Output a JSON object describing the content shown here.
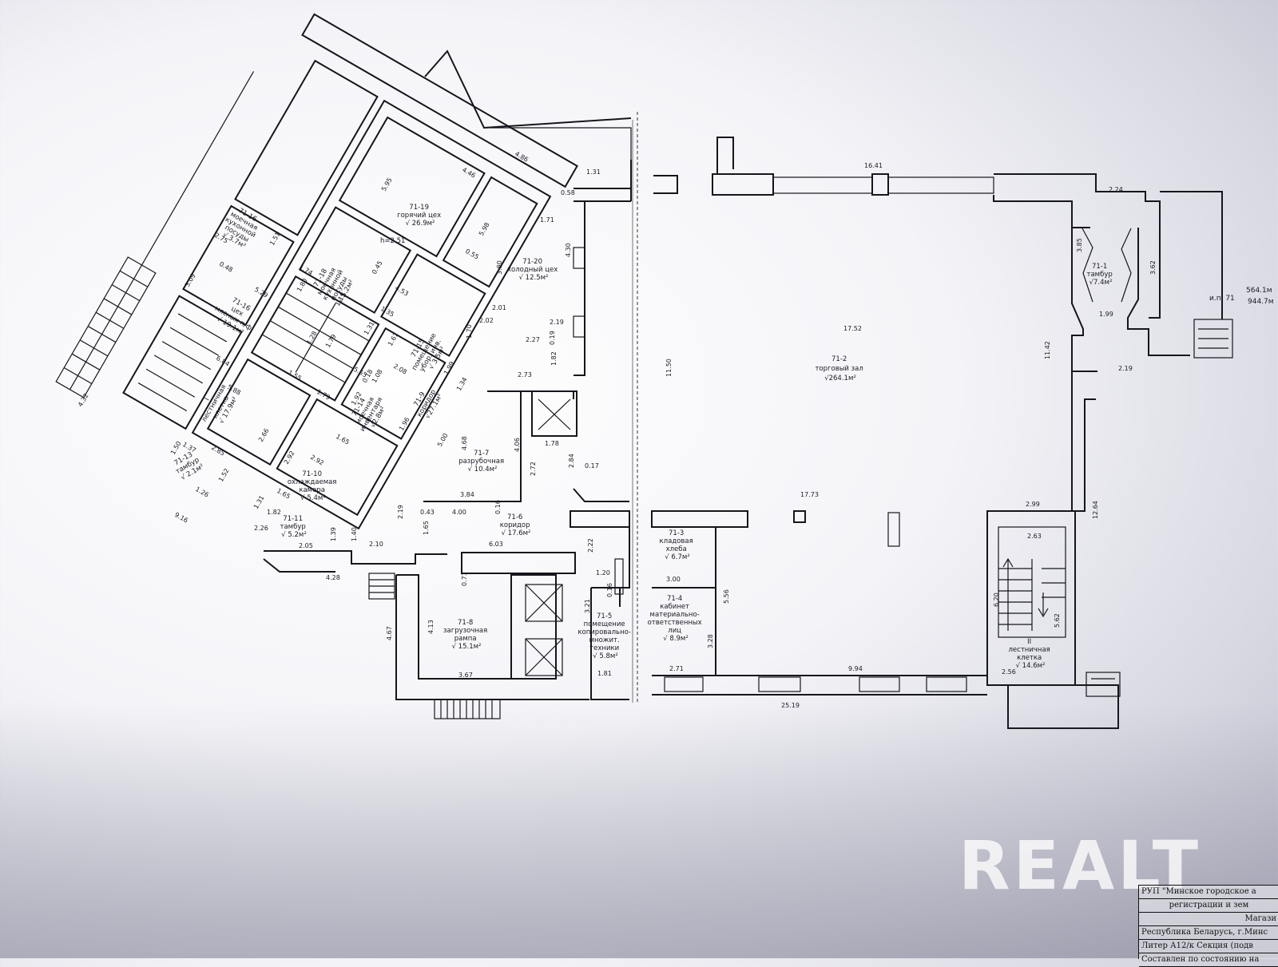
{
  "rooms": {
    "r1": [
      "71-1",
      "тамбур",
      "√7.4м²"
    ],
    "r2": [
      "71-2",
      "торговый зал",
      "√264.1м²"
    ],
    "r3": [
      "71-3",
      "кладовая",
      "хлеба",
      "√ 6.7м²"
    ],
    "r4": [
      "71-4",
      "кабинет",
      "материально-",
      "ответственных",
      "лиц",
      "√ 8.9м²"
    ],
    "r5": [
      "71-5",
      "помещение",
      "копировально-",
      "множит.",
      "техники",
      "√ 5.8м²"
    ],
    "r6": [
      "71-6",
      "коридор",
      "√ 17.6м²"
    ],
    "r7": [
      "71-7",
      "разрубочная",
      "√ 10.4м²"
    ],
    "r8": [
      "71-8",
      "загрузочная",
      "рампа",
      "√ 15.1м²"
    ],
    "r9": [
      "71-9",
      "коридор",
      "√27.1м²"
    ],
    "r10": [
      "71-10",
      "охлаждаемая",
      "камера",
      "√ 5.4м²"
    ],
    "r11": [
      "71-11",
      "тамбур",
      "√ 5.2м²"
    ],
    "r13": [
      "71-13",
      "тамбур",
      "√ 2.1м²"
    ],
    "r14": [
      "71-14",
      "моечная",
      "инвентаря",
      "√2.8м²"
    ],
    "r15": [
      "71-15",
      "помещение",
      "убор. инв.",
      "√ 3.5м²"
    ],
    "r16": [
      "71-16",
      "цех",
      "мясных п/ф",
      "√ 19.1м²"
    ],
    "r16b": [
      "71-16",
      "моечная",
      "кухонной",
      "посуды",
      "√ 3.7м²"
    ],
    "r18": [
      "71-18",
      "моечная",
      "кухонной",
      "посуды",
      "√ 5.2м²"
    ],
    "r19": [
      "71-19",
      "горячий цех",
      "√ 26.9м²",
      "h=2.51"
    ],
    "r20": [
      "71-20",
      "холодный цех",
      "√ 12.5м²"
    ],
    "stairI": [
      "I",
      "лестничная",
      "клетка",
      "√ 17.9м²"
    ],
    "stairII": [
      "II",
      "лестничная",
      "клетка",
      "√ 14.6м²"
    ]
  },
  "dimensions": {
    "d1": "16.41",
    "d2": "2.24",
    "d3": "3.85",
    "d4": "3.62",
    "d5": "1.99",
    "d6": "17.52",
    "d7": "11.50",
    "d8": "11.42",
    "d9": "2.19",
    "d10": "17.73",
    "d11": "2.99",
    "d12": "12.64",
    "d13": "2.63",
    "d14": "6.20",
    "d15": "5.62",
    "d16": "2.56",
    "d17": "9.94",
    "d18": "25.19",
    "d19": "5.56",
    "d20": "3.28",
    "d21": "3.00",
    "d22": "2.71",
    "d23": "1.81",
    "d24": "1.20",
    "d25": "3.21",
    "d26": "0.16",
    "d27": "2.22",
    "d28": "3.67",
    "d29": "4.13",
    "d30": "4.67",
    "d31": "6.03",
    "d32": "0.71",
    "d33": "1.65",
    "d34": "2.19",
    "d35": "4.00",
    "d36": "0.43",
    "d37": "3.84",
    "d38": "0.16",
    "d39": "2.72",
    "d40": "4.06",
    "d41": "4.68",
    "d42": "1.78",
    "d43": "2.84",
    "d44": "0.17",
    "d45": "2.73",
    "d46": "1.82",
    "d47": "2.27",
    "d48": "0.19",
    "d49": "2.19",
    "d50": "1.70",
    "d51": "2.02",
    "d52": "2.01",
    "d53": "3.80",
    "d54": "4.30",
    "d55": "1.71",
    "d56": "0.58",
    "d57": "1.31",
    "d58": "4.86",
    "d59": "4.46",
    "d60": "5.98",
    "d61": "5.95",
    "d62": "4.53",
    "d63": "0.45",
    "d64": "0.55",
    "d65": "1.35",
    "d66": "1.31",
    "d67": "1.74",
    "d68": "1.80",
    "d69": "1.15",
    "d70": "3.09",
    "d71": "5.29",
    "d72": "0.48",
    "d73": "2.75",
    "d74": "1.51",
    "d75": "1.28",
    "d76": "6.84",
    "d77": "1.55",
    "d78": "5.55",
    "d79": "1.79",
    "d80": "1.79",
    "d81": "5.88",
    "d82": "4.32",
    "d83": "2.66",
    "d84": "1.92",
    "d85": "1.08",
    "d86": "0.18",
    "d87": "2.08",
    "d88": "1.67",
    "d89": "1.99",
    "d90": "1.34",
    "d91": "5.00",
    "d92": "1.96",
    "d93": "1.65",
    "d94": "2.92",
    "d95": "2.92",
    "d96": "1.65",
    "d97": "1.82",
    "d98": "1.31",
    "d99": "1.40",
    "d100": "1.39",
    "d101": "2.10",
    "d102": "2.05",
    "d103": "2.26",
    "d104": "9.16",
    "d105": "4.28",
    "d106": "2.85",
    "d107": "1.37",
    "d108": "1.50",
    "d109": "1.26",
    "d110": "1.52"
  },
  "side_note": [
    "и.п. 71",
    "564.1м",
    "944.7м"
  ],
  "watermark": "REALT",
  "stamp": [
    "РУП \"Минское городское а",
    "регистрации и зем",
    "Магази",
    "Республика Беларусь, г.Минс",
    "Литер А12/к   Секция (подв",
    "Составлен по состоянию на"
  ]
}
